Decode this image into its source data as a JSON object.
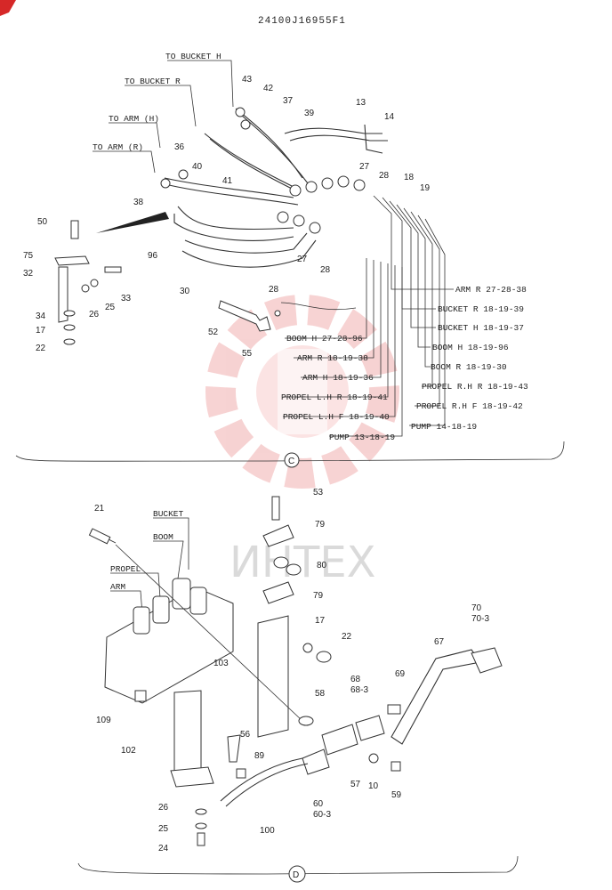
{
  "document": {
    "code": "24100J16955F1",
    "watermark": "ИНТЕХ"
  },
  "section_c": {
    "marker": "C",
    "destinations_top": [
      "TO BUCKET H",
      "TO BUCKET R",
      "TO ARM (H)",
      "TO ARM (R)"
    ],
    "routings": [
      "ARM R  27-28-38",
      "BUCKET R  18-19-39",
      "BUCKET H  18-19-37",
      "BOOM H  18-19-96",
      "BOOM R  18-19-30",
      "PROPEL R.H  R  18-19-43",
      "PROPEL R.H  F  18-19-42",
      "PUMP 14-18-19",
      "BOOM H  27-28-96",
      "ARM R  18-19-38",
      "ARM H  18-19-36",
      "PROPEL  L.H  R  18-19-41",
      "PROPEL  L.H  F  18-19-40",
      "PUMP 13-18-19"
    ],
    "parts": [
      "43",
      "42",
      "37",
      "39",
      "13",
      "14",
      "36",
      "40",
      "41",
      "38",
      "27",
      "28",
      "18",
      "19",
      "27",
      "28",
      "96",
      "30",
      "50",
      "75",
      "32",
      "33",
      "34",
      "26",
      "25",
      "17",
      "22",
      "28",
      "52",
      "55"
    ]
  },
  "section_d": {
    "marker": "D",
    "valve_labels": [
      "BUCKET",
      "BOOM",
      "PROPEL",
      "ARM"
    ],
    "parts": [
      "53",
      "79",
      "80",
      "79",
      "21",
      "17",
      "22",
      "103",
      "109",
      "58",
      "70",
      "70-3",
      "67",
      "69",
      "68",
      "68-3",
      "102",
      "56",
      "89",
      "60",
      "60-3",
      "57",
      "10",
      "59",
      "100",
      "26",
      "25",
      "24"
    ]
  }
}
